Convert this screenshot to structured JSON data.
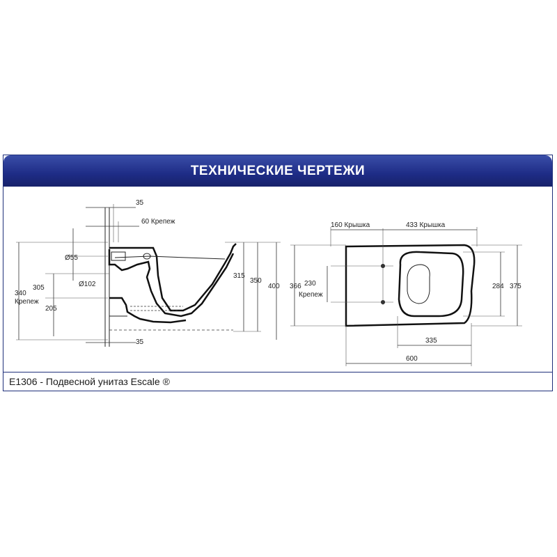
{
  "header": {
    "title": "ТЕХНИЧЕСКИЕ ЧЕРТЕЖИ"
  },
  "caption": "E1306 - Подвесной унитаз Escale ®",
  "side_view": {
    "dim_top_35": "35",
    "dim_60_krepezh": "60  Крепеж",
    "dim_d55": "Ø55",
    "dim_d102": "Ø102",
    "dim_340": "340",
    "dim_krepezh_left": "Крепеж",
    "dim_305": "305",
    "dim_205": "205",
    "dim_315": "315",
    "dim_350": "350",
    "dim_400": "400",
    "dim_bottom_35": "35"
  },
  "top_view": {
    "dim_160_kryshka": "160  Крышка",
    "dim_433_kryshka": "433  Крышка",
    "dim_366": "366",
    "dim_230": "230",
    "dim_krepezh": "Крепеж",
    "dim_284": "284",
    "dim_375": "375",
    "dim_335": "335",
    "dim_600": "600"
  }
}
